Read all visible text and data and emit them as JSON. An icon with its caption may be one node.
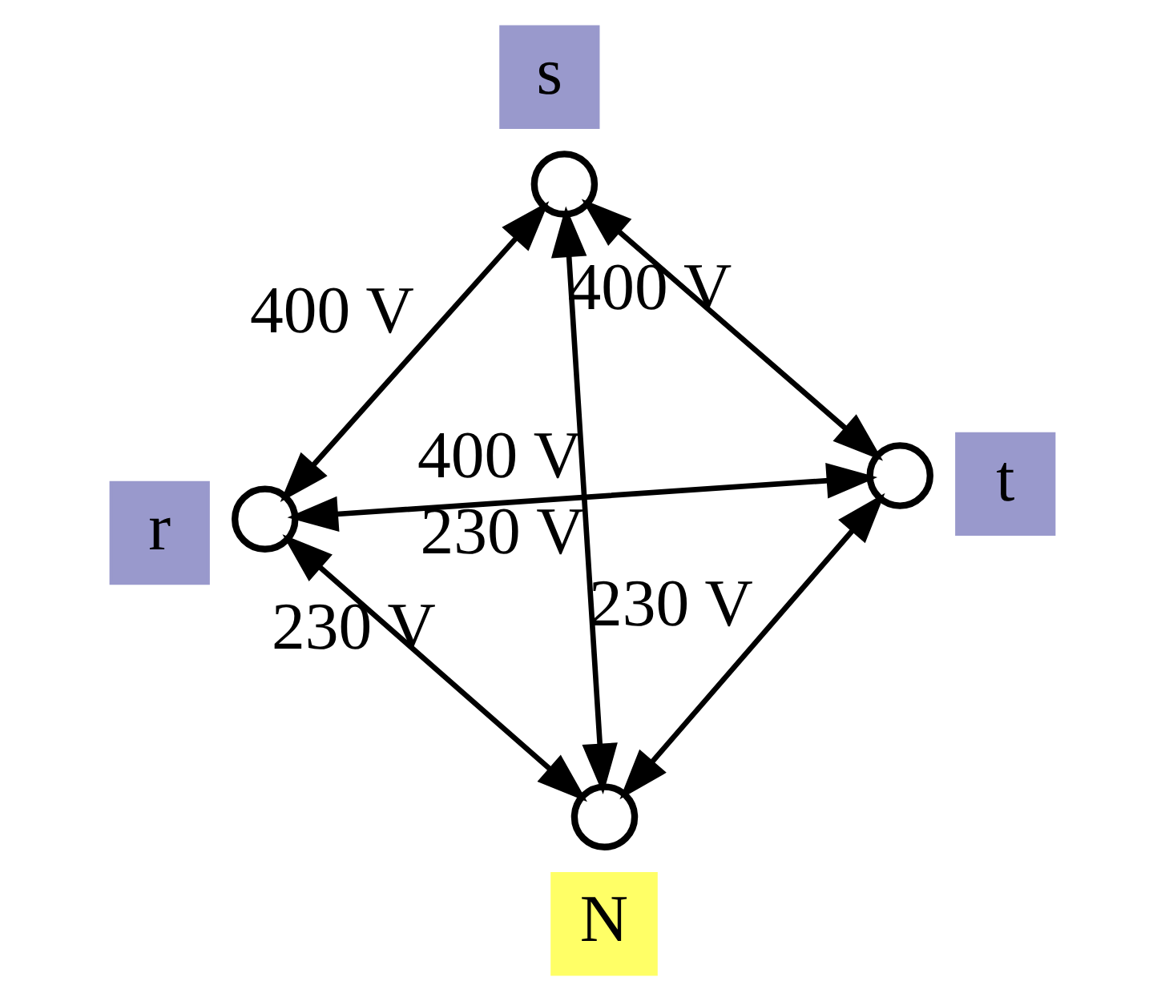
{
  "diagram": {
    "nodes": [
      {
        "text": [],
        "shape": "circle",
        "beside": [
          "t"
        ]
      },
      {
        "text": [],
        "shape": "circle",
        "beside": [
          "N"
        ]
      },
      {
        "text": [],
        "shape": "circle",
        "beside": [
          "r"
        ]
      },
      {
        "text": [],
        "shape": "circle",
        "beside": [
          "s"
        ]
      }
    ],
    "edges": [
      {
        "from": 0,
        "to": 2,
        "arrow": "both",
        "label": "400 V"
      },
      {
        "from": 0,
        "to": 1,
        "arrow": "both",
        "label": "230 V"
      },
      {
        "from": 0,
        "to": 3,
        "arrow": "both",
        "label": "400 V"
      },
      {
        "from": 1,
        "to": 2,
        "arrow": "both",
        "label": "230 V"
      },
      {
        "from": 1,
        "to": 3,
        "arrow": "both",
        "label": "230 V"
      },
      {
        "from": 2,
        "to": 3,
        "arrow": "both",
        "label": "400 V"
      }
    ]
  }
}
